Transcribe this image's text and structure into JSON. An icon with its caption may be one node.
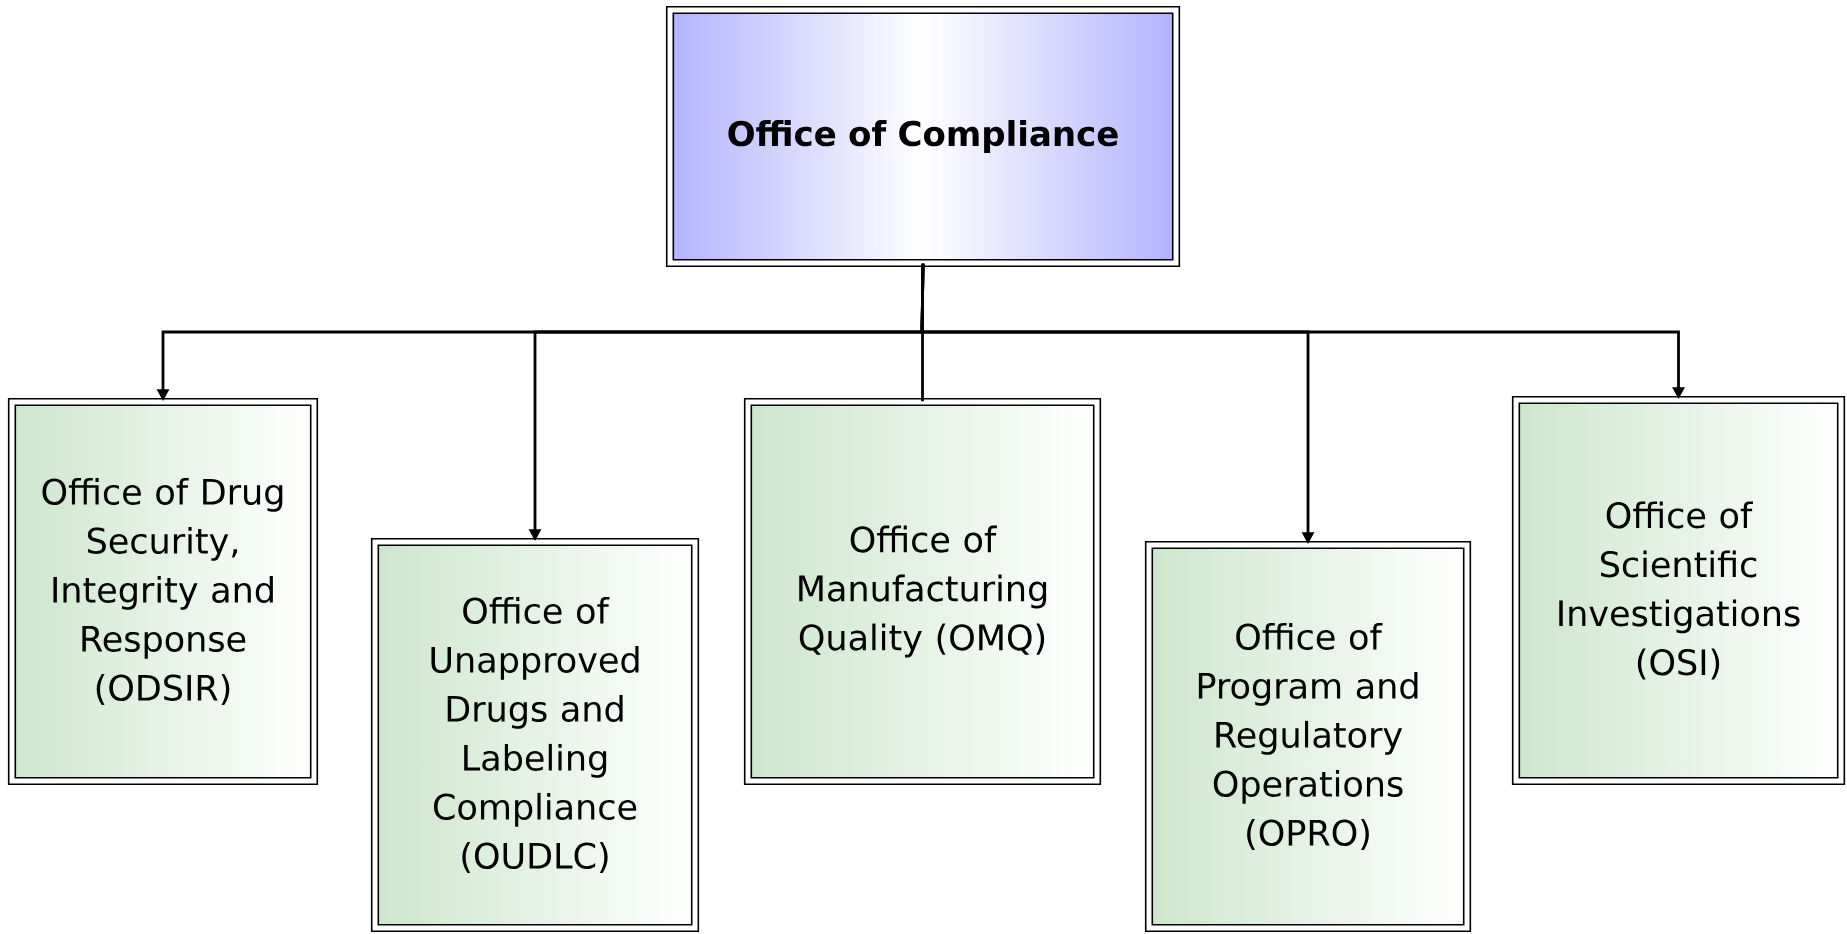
{
  "diagram": {
    "nodes": [
      {
        "text": [
          "Office of Compliance"
        ]
      },
      {
        "text": [
          "Office of Drug Security, Integrity and Response (ODSIR)"
        ]
      },
      {
        "text": [
          "Office of Unapproved Drugs and Labeling Compliance (OUDLC)"
        ]
      },
      {
        "text": [
          "Office of Manufacturing Quality (OMQ)"
        ]
      },
      {
        "text": [
          "Office of Program and Regulatory Operations (OPRO)"
        ]
      },
      {
        "text": [
          "Office of Scientific Investigations (OSI)"
        ]
      }
    ],
    "edges": [
      {
        "from": 0,
        "to": 1,
        "arrow": "to"
      },
      {
        "from": 0,
        "to": 2,
        "arrow": "to"
      },
      {
        "from": 0,
        "to": 3,
        "arrow": "none"
      },
      {
        "from": 0,
        "to": 4,
        "arrow": "to"
      },
      {
        "from": 0,
        "to": 5,
        "arrow": "to"
      }
    ]
  }
}
